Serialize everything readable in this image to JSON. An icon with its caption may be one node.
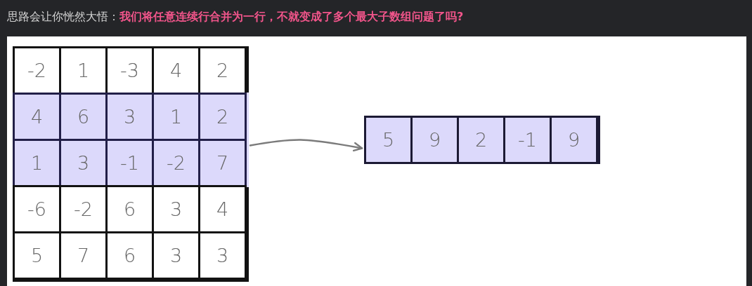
{
  "diagram": {
    "title": "思路会让你恍然大悟：**我们将任意连续行合并为一行，不就变成了多个最大子数组问题了吗?**",
    "nodes": [
      {
        "text": [],
        "shape": "grid"
      },
      {
        "text": [
          "-2"
        ],
        "in": 0
      },
      {
        "text": [
          "1"
        ],
        "in": 0
      },
      {
        "text": [
          "-3"
        ],
        "in": 0
      },
      {
        "text": [
          "4"
        ],
        "in": 0
      },
      {
        "text": [
          "2"
        ],
        "in": 0
      },
      {
        "text": [],
        "shape": "band",
        "in": 0
      },
      {
        "text": [
          "4"
        ],
        "in": 6
      },
      {
        "text": [
          "6"
        ],
        "in": 6
      },
      {
        "text": [
          "3"
        ],
        "in": 6
      },
      {
        "text": [
          "1"
        ],
        "in": 6
      },
      {
        "text": [
          "2"
        ],
        "in": 6
      },
      {
        "text": [
          "1"
        ],
        "in": 6
      },
      {
        "text": [
          "3"
        ],
        "in": 6
      },
      {
        "text": [
          "-1"
        ],
        "in": 6
      },
      {
        "text": [
          "-2"
        ],
        "in": 6
      },
      {
        "text": [
          "7"
        ],
        "in": 6
      },
      {
        "text": [
          "-6"
        ],
        "in": 0
      },
      {
        "text": [
          "-2"
        ],
        "in": 0
      },
      {
        "text": [
          "6"
        ],
        "in": 0
      },
      {
        "text": [
          "3"
        ],
        "in": 0
      },
      {
        "text": [
          "4"
        ],
        "in": 0
      },
      {
        "text": [
          "5"
        ],
        "in": 0
      },
      {
        "text": [
          "7"
        ],
        "in": 0
      },
      {
        "text": [
          "6"
        ],
        "in": 0
      },
      {
        "text": [
          "3"
        ],
        "in": 0
      },
      {
        "text": [
          "3"
        ],
        "in": 0
      },
      {
        "text": [],
        "shape": "box"
      },
      {
        "text": [
          "5"
        ],
        "in": 27
      },
      {
        "text": [
          "9"
        ],
        "in": 27
      },
      {
        "text": [
          "2"
        ],
        "in": 27
      },
      {
        "text": [
          "-1"
        ],
        "in": 27
      },
      {
        "text": [
          "9"
        ],
        "in": 27
      }
    ],
    "edges": [
      {
        "from": 6,
        "to": 27,
        "arrow": "to"
      }
    ]
  }
}
